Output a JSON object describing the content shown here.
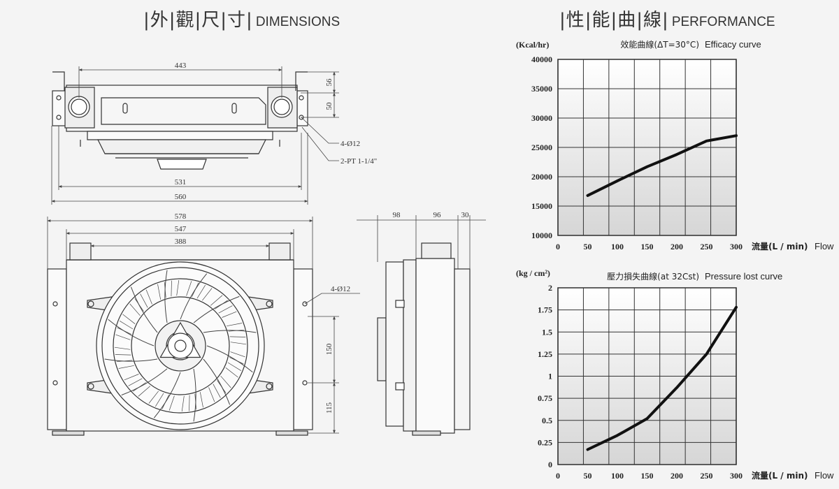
{
  "headers": {
    "dimensions_cn": "|外|觀|尺|寸|",
    "dimensions_en": "DIMENSIONS",
    "performance_cn": "|性|能|曲|線|",
    "performance_en": "PERFORMANCE"
  },
  "dimensions": {
    "top_view": {
      "width_443": "443",
      "width_531": "531",
      "width_560": "560",
      "height_56": "56",
      "height_50": "50",
      "hole_note": "4-Ø12",
      "port_note": "2-PT 1-1/4\""
    },
    "front_view": {
      "width_578": "578",
      "width_547": "547",
      "width_388": "388",
      "hole_note": "4-Ø12",
      "height_150": "150",
      "height_115": "115"
    },
    "side_view": {
      "depth_98": "98",
      "depth_96": "96",
      "depth_30": "30"
    }
  },
  "chart_data": [
    {
      "type": "line",
      "title": "效能曲線(ΔT=30°C)",
      "title_en": "Efficacy curve",
      "ylabel": "(Kcal/hr)",
      "xlabel": "流量(L / min)",
      "xlabel_en": "Flow",
      "x_ticks": [
        "0",
        "50",
        "100",
        "150",
        "200",
        "250",
        "300"
      ],
      "y_ticks": [
        "10000",
        "15000",
        "20000",
        "25000",
        "30000",
        "35000",
        "40000"
      ],
      "xlim": [
        0,
        300
      ],
      "ylim": [
        10000,
        40000
      ],
      "grid": true,
      "x": [
        50,
        100,
        150,
        200,
        250,
        300
      ],
      "y": [
        16800,
        19300,
        21700,
        23800,
        26100,
        27000
      ]
    },
    {
      "type": "line",
      "title": "壓力損失曲線(at 32Cst)",
      "title_en": "Pressure lost curve",
      "ylabel": "(kg / cm²)",
      "xlabel": "流量(L / min)",
      "xlabel_en": "Flow",
      "x_ticks": [
        "0",
        "50",
        "100",
        "150",
        "200",
        "250",
        "300"
      ],
      "y_ticks": [
        "0",
        "0.25",
        "0.5",
        "0.75",
        "1",
        "1.25",
        "1.5",
        "1.75",
        "2"
      ],
      "xlim": [
        0,
        300
      ],
      "ylim": [
        0,
        2
      ],
      "grid": true,
      "x": [
        50,
        100,
        150,
        200,
        250,
        300
      ],
      "y": [
        0.17,
        0.33,
        0.52,
        0.87,
        1.25,
        1.78
      ]
    }
  ]
}
